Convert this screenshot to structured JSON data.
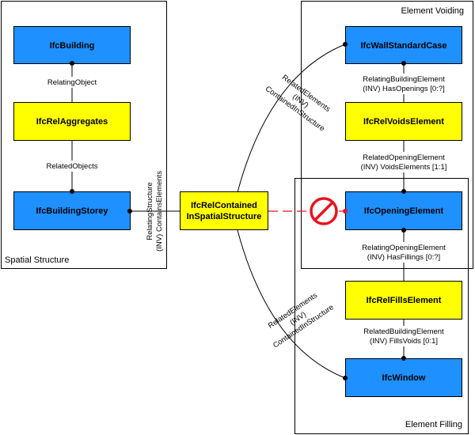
{
  "groups": {
    "spatial_structure": "Spatial Structure",
    "element_voiding": "Element Voiding",
    "element_filling": "Element Filling"
  },
  "entities": {
    "ifc_building": "IfcBuilding",
    "ifc_rel_aggregates": "IfcRelAggregates",
    "ifc_building_storey": "IfcBuildingStorey",
    "ifc_rel_contained_line1": "IfcRelContained",
    "ifc_rel_contained_line2": "InSpatialStructure",
    "ifc_wall_standard_case": "IfcWallStandardCase",
    "ifc_rel_voids_element": "IfcRelVoidsElement",
    "ifc_opening_element": "IfcOpeningElement",
    "ifc_rel_fills_element": "IfcRelFillsElement",
    "ifc_window": "IfcWindow"
  },
  "relations": {
    "relating_object": "RelatingObject",
    "related_objects": "RelatedObjects",
    "relating_structure_line1": "RelatingStructure",
    "relating_structure_line2": "(INV) ContainsElements",
    "related_elements_top_line1": "RelatedElements",
    "related_elements_top_line2": "(INV)",
    "related_elements_top_line3": "ContainedInStructure",
    "related_elements_bottom_line1": "RelatedElements",
    "related_elements_bottom_line2": "(INV)",
    "related_elements_bottom_line3": "ContainedInStructure",
    "relating_building_element_line1": "RelatingBuildingElement",
    "relating_building_element_line2": "(INV) HasOpenings [0:?]",
    "related_opening_element_line1": "RelatedOpeningElement",
    "related_opening_element_line2": "(INV) VoidsElements [1:1]",
    "relating_opening_element_line1": "RelatingOpeningElement",
    "relating_opening_element_line2": "(INV) HasFillings [0:?]",
    "related_building_element_line1": "RelatedBuildingElement",
    "related_building_element_line2": "(INV) FillsVoids [0:1]"
  },
  "colors": {
    "entity_blue": "#1e90ff",
    "relation_yellow": "#ffff00",
    "forbidden_red": "#e8141c"
  }
}
